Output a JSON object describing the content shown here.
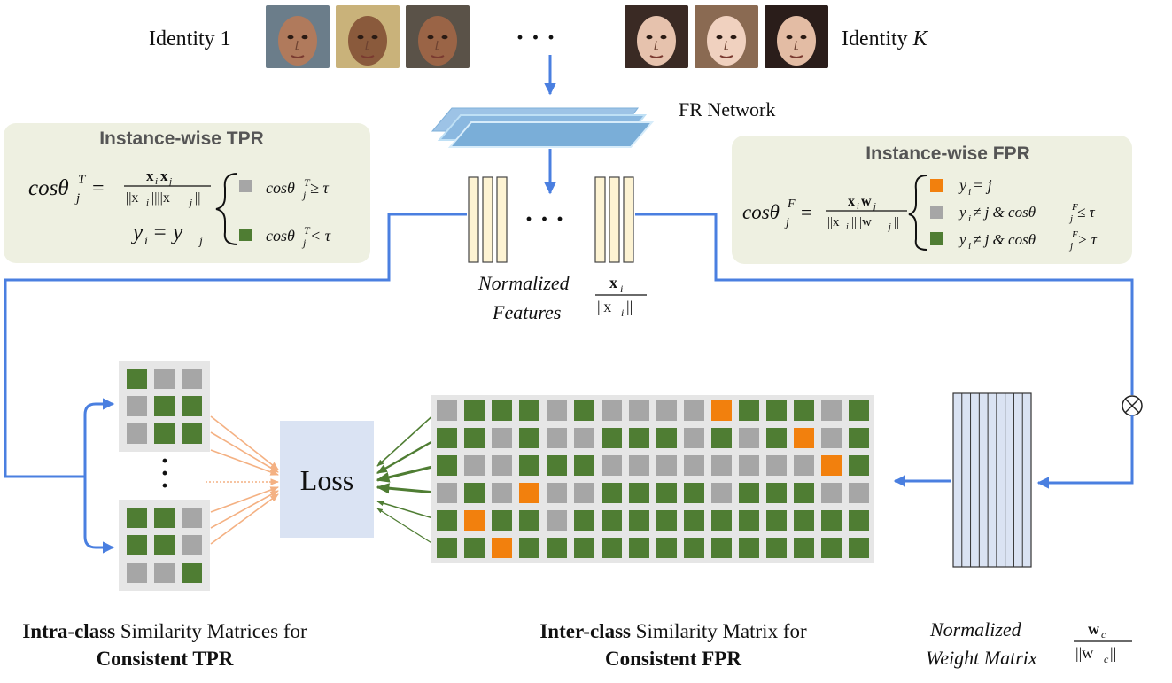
{
  "identities": {
    "first_label": "Identity 1",
    "last_label_prefix": "Identity",
    "last_label_var": "K",
    "ellipsis": "· · ·",
    "first_faces": [
      {
        "name": "face-1a",
        "skin": "#b07a5c",
        "bg": "#6b7d8a"
      },
      {
        "name": "face-1b",
        "skin": "#8a5a3c",
        "bg": "#c9b27a"
      },
      {
        "name": "face-1c",
        "skin": "#9a6446",
        "bg": "#5a5248"
      }
    ],
    "last_faces": [
      {
        "name": "face-ka",
        "skin": "#e6c2ad",
        "bg": "#3a2a24"
      },
      {
        "name": "face-kb",
        "skin": "#f0d1bf",
        "bg": "#8a6a52"
      },
      {
        "name": "face-kc",
        "skin": "#e3bca4",
        "bg": "#2a1d1a"
      }
    ]
  },
  "network": {
    "label": "FR Network"
  },
  "features": {
    "label_line1": "Normalized",
    "label_line2": "Features",
    "fraction_num": "x",
    "fraction_num_sub": "i",
    "fraction_den": "||x",
    "fraction_den_sub": "i",
    "fraction_den_end": "||",
    "ellipsis": "· · ·"
  },
  "tpr_box": {
    "title": "Instance-wise TPR",
    "lhs": "cosθ",
    "lhs_sup": "T",
    "lhs_sub": "j",
    "num": "x",
    "num_sub1": "i",
    "num_x2": "x",
    "num_sub2": "j",
    "den": "||x",
    "den_sub1": "i",
    "den_mid": "||||x",
    "den_sub2": "j",
    "den_end": "||",
    "cond_eq": "y",
    "cond_eq_sub1": "i",
    "cond_eq_mid": " = y",
    "cond_eq_sub2": "j",
    "case1": "cosθ",
    "case1_sup": "T",
    "case1_sub": "j",
    "case1_rel": " ≥ τ",
    "case2": "cosθ",
    "case2_sup": "T",
    "case2_sub": "j",
    "case2_rel": " < τ"
  },
  "fpr_box": {
    "title": "Instance-wise FPR",
    "lhs": "cosθ",
    "lhs_sup": "F",
    "lhs_sub": "j",
    "num": "x",
    "num_sub1": "i",
    "num_w": "w",
    "num_sub2": "j",
    "den": "||x",
    "den_sub1": "i",
    "den_mid": "||||w",
    "den_sub2": "j",
    "den_end": "||",
    "case1": "y",
    "case1_sub": "i",
    "case1_rel": " = j",
    "case2": "y",
    "case2_sub": "i",
    "case2_rel": " ≠ j & cosθ",
    "case2_sup": "F",
    "case2_sub2": "j",
    "case2_end": " ≤ τ",
    "case3": "y",
    "case3_sub": "i",
    "case3_rel": " ≠ j & cosθ",
    "case3_sup": "F",
    "case3_sub2": "j",
    "case3_end": " > τ"
  },
  "loss": {
    "label": "Loss"
  },
  "weight": {
    "label_line1": "Normalized",
    "label_line2": "Weight Matrix",
    "fraction_num": "w",
    "fraction_num_sub": "c",
    "fraction_den": "||w",
    "fraction_den_sub": "c",
    "fraction_den_end": "||",
    "multiply_symbol": "⊗"
  },
  "intra": {
    "dots": "·\n·\n·",
    "top_matrix": [
      [
        "G",
        "N",
        "N"
      ],
      [
        "N",
        "G",
        "G"
      ],
      [
        "N",
        "G",
        "G"
      ]
    ],
    "bottom_matrix": [
      [
        "G",
        "G",
        "N"
      ],
      [
        "G",
        "G",
        "N"
      ],
      [
        "N",
        "N",
        "G"
      ]
    ],
    "caption_bold1": "Intra-class",
    "caption_rest1": " Similarity Matrices for",
    "caption_bold2": "Consistent TPR"
  },
  "inter": {
    "matrix": [
      [
        "N",
        "G",
        "G",
        "G",
        "N",
        "G",
        "N",
        "N",
        "N",
        "N",
        "O",
        "G",
        "G",
        "G",
        "N",
        "G"
      ],
      [
        "G",
        "G",
        "N",
        "G",
        "N",
        "N",
        "G",
        "G",
        "G",
        "N",
        "G",
        "N",
        "G",
        "O",
        "N",
        "G"
      ],
      [
        "G",
        "N",
        "N",
        "G",
        "G",
        "G",
        "N",
        "N",
        "N",
        "N",
        "N",
        "N",
        "N",
        "N",
        "O",
        "G"
      ],
      [
        "N",
        "G",
        "N",
        "O",
        "N",
        "N",
        "G",
        "G",
        "G",
        "G",
        "N",
        "G",
        "G",
        "G",
        "N",
        "N"
      ],
      [
        "G",
        "O",
        "G",
        "G",
        "N",
        "G",
        "G",
        "G",
        "G",
        "G",
        "G",
        "G",
        "G",
        "G",
        "G",
        "G"
      ],
      [
        "G",
        "G",
        "O",
        "G",
        "G",
        "G",
        "G",
        "G",
        "G",
        "G",
        "G",
        "G",
        "G",
        "G",
        "G",
        "G"
      ]
    ],
    "caption_bold1": "Inter-class",
    "caption_rest1": " Similarity Matrix for",
    "caption_bold2": "Consistent FPR"
  },
  "colors": {
    "green": "#4f7d33",
    "gray": "#a6a6a6",
    "orange": "#f2800d",
    "blue_line": "#4a7fe0",
    "panel_bg": "#eef0e1",
    "loss_bg": "#dae3f3",
    "feature_fill": "#fdf3d3",
    "weight_fill": "#dae3f3",
    "matrix_bg": "#e6e6e6",
    "orange_arrow": "#f4b183",
    "green_arrow": "#4f7d33"
  }
}
